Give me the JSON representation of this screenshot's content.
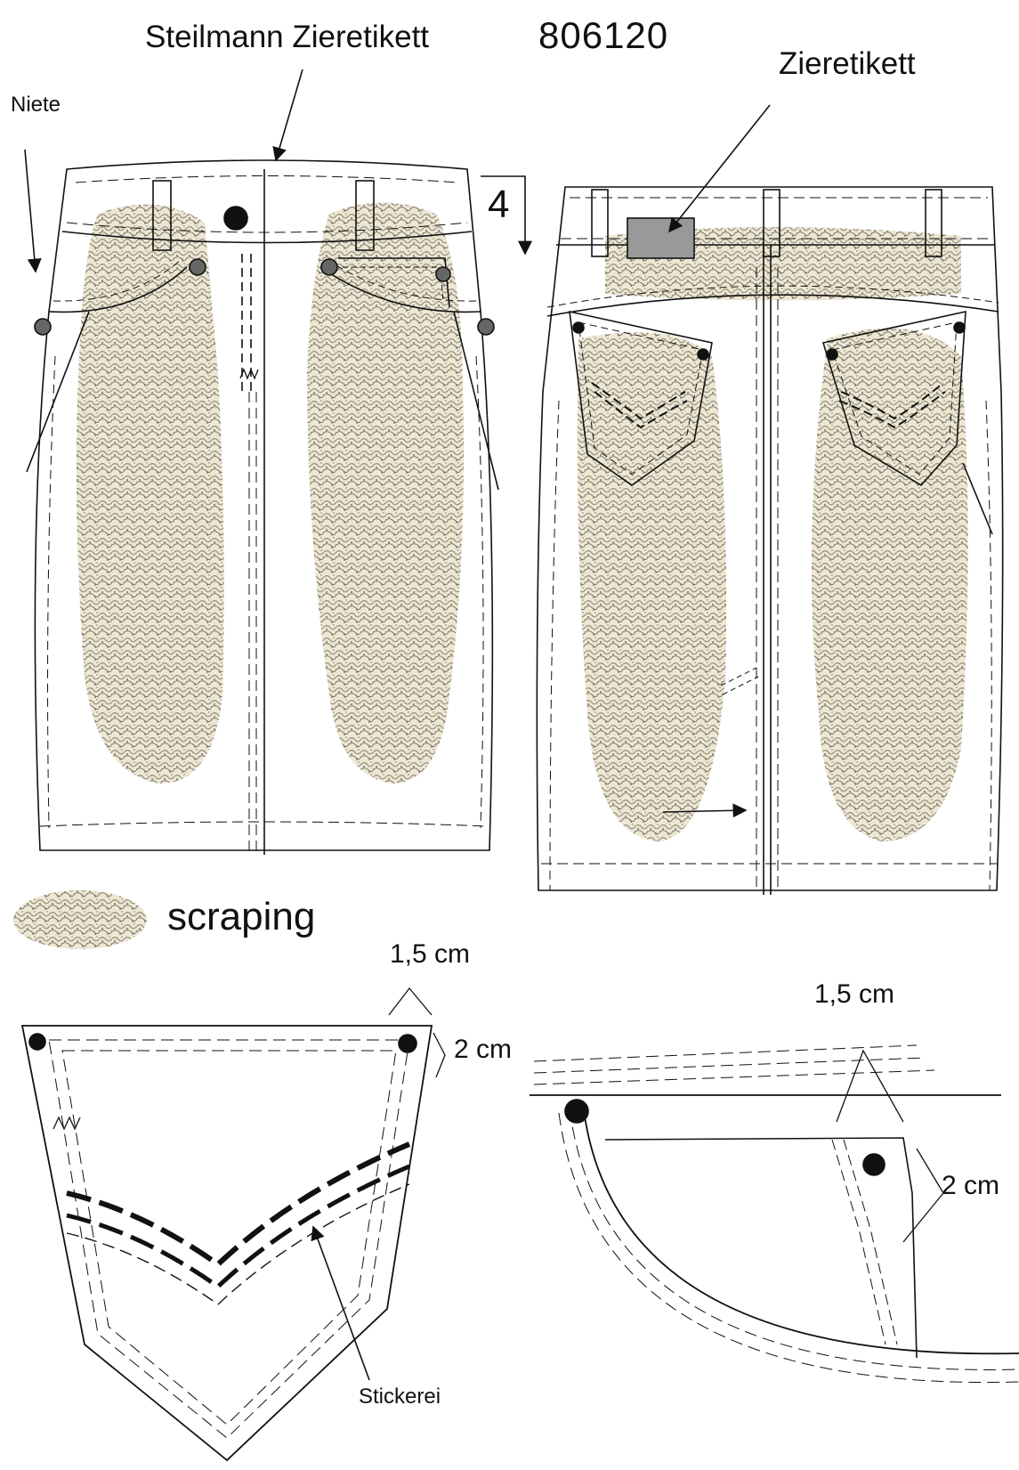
{
  "header": {
    "title": "Steilmann Zieretikett",
    "article_number": "806120"
  },
  "labels": {
    "niete": "Niete",
    "zieretikett": "Zieretikett",
    "four": "4",
    "stickerei": "Stickerei"
  },
  "legend": {
    "scraping": "scraping"
  },
  "dimensions": {
    "pocket_top_width": "1,5 cm",
    "pocket_side": "2 cm",
    "front_pocket_width": "1,5 cm",
    "front_pocket_side": "2 cm"
  },
  "colors": {
    "line": "#111111",
    "scraping_fill": "#d9d2bc",
    "label_patch": "#999999",
    "rivet": "#666666"
  }
}
